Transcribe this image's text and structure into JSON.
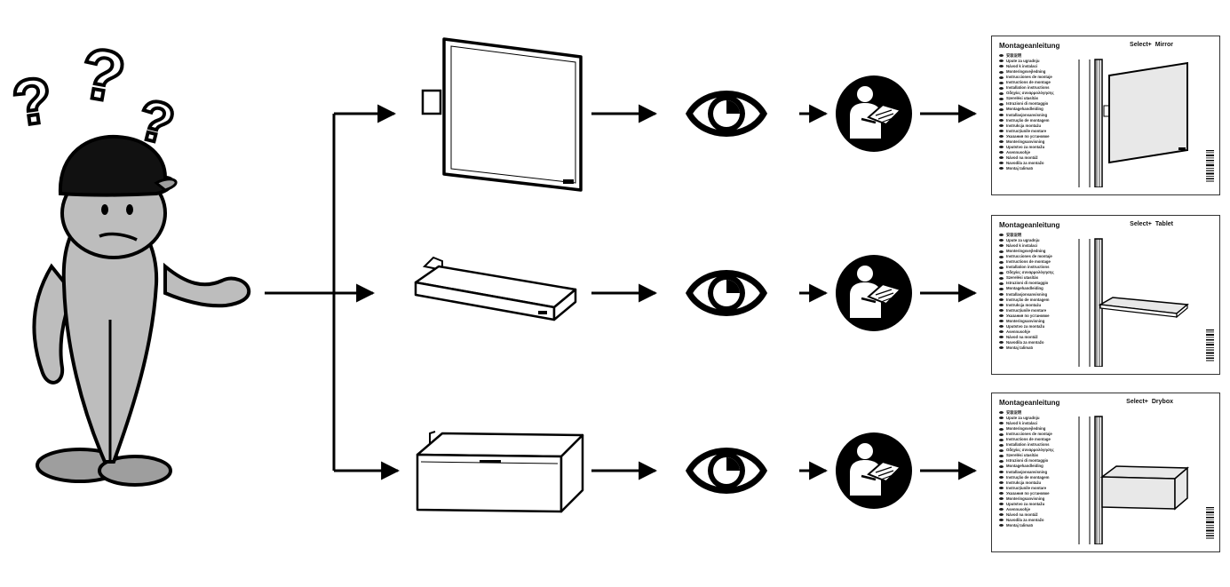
{
  "manuals": [
    {
      "title": "Montageanleitung",
      "product": "Select+",
      "variant": "Mirror",
      "languages": [
        "安装说明",
        "Upute za ugradnju",
        "Návod k instalaci",
        "Monteringsvejledning",
        "Instrucciones de montaje",
        "Instructions de montage",
        "Installation instructions",
        "Οδηγίες συναρμολόγησης",
        "Szerelési utasítás",
        "Istruzioni di montaggio",
        "Montagehandleiding",
        "Installasjonsanvisning",
        "Instrução de montagem",
        "Instrukcja montażu",
        "Instrucțiunile montare",
        "Указания по установке",
        "Monteringsanvisning",
        "Uputstvo za montažu",
        "Asennusohje",
        "Návod na montáž",
        "Navodila za montažo",
        "Montaj talimatı"
      ]
    },
    {
      "title": "Montageanleitung",
      "product": "Select+",
      "variant": "Tablet",
      "languages": [
        "安装说明",
        "Upute za ugradnju",
        "Návod k instalaci",
        "Monteringsvejledning",
        "Instrucciones de montaje",
        "Instructions de montage",
        "Installation instructions",
        "Οδηγίες συναρμολόγησης",
        "Szerelési utasítás",
        "Istruzioni di montaggio",
        "Montagehandleiding",
        "Installasjonsanvisning",
        "Instrução de montagem",
        "Instrukcja montażu",
        "Instrucțiunile montare",
        "Указания по установке",
        "Monteringsanvisning",
        "Uputstvo za montažu",
        "Asennusohje",
        "Návod na montáž",
        "Navodila za montažo",
        "Montaj talimatı"
      ]
    },
    {
      "title": "Montageanleitung",
      "product": "Select+",
      "variant": "Drybox",
      "languages": [
        "安装说明",
        "Upute za ugradnju",
        "Návod k instalaci",
        "Monteringsvejledning",
        "Instrucciones de montaje",
        "Instructions de montage",
        "Installation instructions",
        "Οδηγίες συναρμολόγησης",
        "Szerelési utasítás",
        "Istruzioni di montaggio",
        "Montagehandleiding",
        "Installasjonsanvisning",
        "Instrução de montagem",
        "Instrukcja montażu",
        "Instrucțiunile montare",
        "Указания по установке",
        "Monteringsanvisning",
        "Uputstvo za montažu",
        "Asennusohje",
        "Návod na montáž",
        "Navodila za montažo",
        "Montaj talimatı"
      ]
    }
  ],
  "icons": {
    "confused": "confused-person-icon",
    "eye": "eye-icon",
    "reader": "read-manual-icon"
  },
  "colors": {
    "line": "#000000",
    "figure_fill": "#bdbdbd",
    "figure_dark": "#111111",
    "product_fill": "#ffffff"
  }
}
